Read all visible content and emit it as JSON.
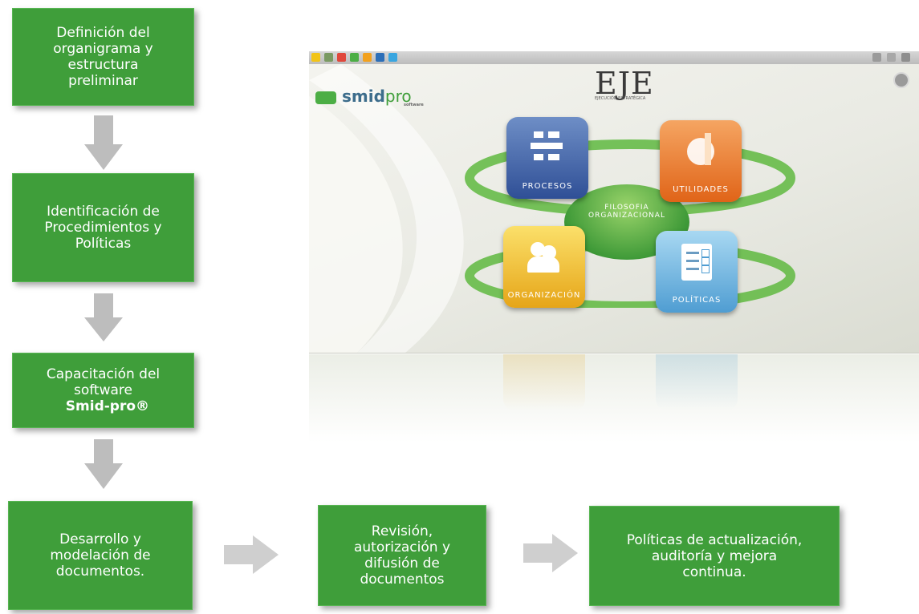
{
  "flow": {
    "step1": {
      "line1": "Definición del",
      "line2": "organigrama y",
      "line3": "estructura",
      "line4": "preliminar"
    },
    "step2": {
      "line1": "Identificación de",
      "line2": "Procedimientos y",
      "line3": "Políticas"
    },
    "step3": {
      "line1": "Capacitación del",
      "line2": "software",
      "brand": "Smid-pro®"
    },
    "step4": {
      "line1": "Desarrollo y",
      "line2": "modelación de",
      "line3": "documentos."
    },
    "step5": {
      "line1": "Revisión,",
      "line2": "autorización y",
      "line3": "difusión de",
      "line4": "documentos"
    },
    "step6": {
      "line1": "Políticas de actualización,",
      "line2": "auditoría y mejora",
      "line3": "continua."
    }
  },
  "screenshot": {
    "brand_smid": "smid",
    "brand_pro": "pro",
    "brand_sub": "software",
    "eje_title": "EJE",
    "eje_sub": "EJECUCIÓN ESTRATÉGICA",
    "center_line1": "FILOSOFIA",
    "center_line2": "ORGANIZACIONAL",
    "tiles": {
      "procesos": "PROCESOS",
      "utilidades": "UTILIDADES",
      "organizacion": "ORGANIZACIÓN",
      "politicas": "POLÍTICAS"
    }
  },
  "colors": {
    "box_green": "#3f9e3a",
    "arrow_gray": "#bdbdbd"
  }
}
